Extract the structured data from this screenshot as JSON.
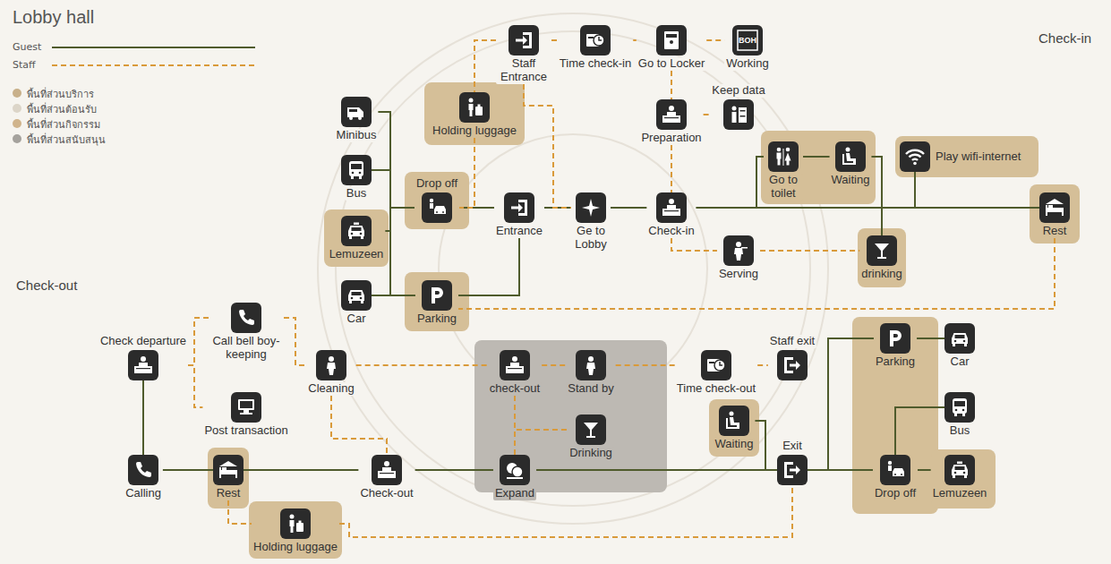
{
  "diagram": {
    "title": "Lobby hall",
    "nodes": [
      {
        "text": [
          "Minibus"
        ]
      },
      {
        "text": [
          "Bus"
        ]
      },
      {
        "text": [
          "Lemuzeen"
        ]
      },
      {
        "text": [
          "Car"
        ]
      },
      {
        "text": [
          "Drop off"
        ]
      },
      {
        "text": [
          "Parking"
        ]
      },
      {
        "text": [
          "Holding luggage"
        ]
      },
      {
        "text": [
          "Entrance"
        ]
      },
      {
        "text": [
          "Staff Entrance"
        ]
      },
      {
        "text": [
          "Time check-in"
        ]
      },
      {
        "text": [
          "Go to Locker"
        ]
      },
      {
        "text": [
          "BOH",
          "Working"
        ]
      },
      {
        "text": [
          "Keep data"
        ]
      },
      {
        "text": [
          "Preparation"
        ]
      },
      {
        "text": [
          "Ge to Lobby"
        ]
      },
      {
        "text": [
          "Check-in"
        ]
      },
      {
        "text": [
          "Serving"
        ]
      },
      {
        "text": [
          "Go to toilet"
        ]
      },
      {
        "text": [
          "Waiting"
        ]
      },
      {
        "text": [
          "Play wifi-internet"
        ]
      },
      {
        "text": [
          "drinking"
        ]
      },
      {
        "text": [
          "Rest"
        ]
      },
      {
        "text": [
          "Check departure"
        ]
      },
      {
        "text": [
          "Call bell boy-keeping"
        ]
      },
      {
        "text": [
          "Post transaction"
        ]
      },
      {
        "text": [
          "Cleaning"
        ]
      },
      {
        "text": [
          "Calling"
        ]
      },
      {
        "text": [
          "Rest"
        ]
      },
      {
        "text": [
          "Holding luggage"
        ]
      },
      {
        "text": [
          "check-out"
        ]
      },
      {
        "text": [
          "Stand by"
        ]
      },
      {
        "text": [
          "Drinking"
        ]
      },
      {
        "text": [
          "Time check-out"
        ]
      },
      {
        "text": [
          "Staff exit"
        ]
      },
      {
        "text": [
          "Check-out"
        ]
      },
      {
        "text": [
          "Expand"
        ]
      },
      {
        "text": [
          "Waiting"
        ]
      },
      {
        "text": [
          "Exit"
        ]
      },
      {
        "text": [
          "Parking"
        ]
      },
      {
        "text": [
          "Car"
        ]
      },
      {
        "text": [
          "Drop off"
        ]
      },
      {
        "text": [
          "Bus"
        ]
      },
      {
        "text": [
          "Lemuzeen"
        ]
      }
    ],
    "edges": [
      {
        "from": 0,
        "to": 4,
        "arrow": "none"
      },
      {
        "from": 1,
        "to": 4,
        "arrow": "none"
      },
      {
        "from": 2,
        "to": 4,
        "arrow": "none"
      },
      {
        "from": 3,
        "to": 4,
        "arrow": "none"
      },
      {
        "from": 3,
        "to": 5,
        "arrow": "none"
      },
      {
        "from": 4,
        "to": 7,
        "arrow": "none"
      },
      {
        "from": 5,
        "to": 7,
        "arrow": "none"
      },
      {
        "from": 7,
        "to": 14,
        "arrow": "none"
      },
      {
        "from": 14,
        "to": 15,
        "arrow": "none"
      },
      {
        "from": 15,
        "to": 21,
        "arrow": "none"
      },
      {
        "from": 15,
        "to": 17,
        "arrow": "none"
      },
      {
        "from": 17,
        "to": 18,
        "arrow": "none"
      },
      {
        "from": 18,
        "to": 20,
        "arrow": "none"
      },
      {
        "from": 19,
        "to": 21,
        "arrow": "none"
      },
      {
        "from": 15,
        "to": 16,
        "arrow": "none"
      },
      {
        "from": 16,
        "to": 20,
        "arrow": "none"
      },
      {
        "from": 21,
        "to": 5,
        "arrow": "none"
      },
      {
        "from": 8,
        "to": 9,
        "arrow": "none"
      },
      {
        "from": 9,
        "to": 10,
        "arrow": "none"
      },
      {
        "from": 10,
        "to": 11,
        "arrow": "none"
      },
      {
        "from": 10,
        "to": 13,
        "arrow": "none"
      },
      {
        "from": 13,
        "to": 12,
        "arrow": "none"
      },
      {
        "from": 13,
        "to": 15,
        "arrow": "none"
      },
      {
        "from": 8,
        "to": 6,
        "arrow": "none"
      },
      {
        "from": 8,
        "to": 14,
        "arrow": "none"
      },
      {
        "from": 6,
        "to": 4,
        "arrow": "none"
      },
      {
        "from": 26,
        "to": 22,
        "arrow": "none"
      },
      {
        "from": 26,
        "to": 27,
        "arrow": "none"
      },
      {
        "from": 27,
        "to": 34,
        "arrow": "none"
      },
      {
        "from": 34,
        "to": 35,
        "arrow": "none"
      },
      {
        "from": 35,
        "to": 37,
        "arrow": "none"
      },
      {
        "from": 36,
        "to": 37,
        "arrow": "none"
      },
      {
        "from": 37,
        "to": 38,
        "arrow": "none"
      },
      {
        "from": 37,
        "to": 40,
        "arrow": "none"
      },
      {
        "from": 38,
        "to": 39,
        "arrow": "none"
      },
      {
        "from": 40,
        "to": 41,
        "arrow": "none"
      },
      {
        "from": 40,
        "to": 42,
        "arrow": "none"
      },
      {
        "from": 22,
        "to": 23,
        "arrow": "none"
      },
      {
        "from": 22,
        "to": 24,
        "arrow": "none"
      },
      {
        "from": 23,
        "to": 25,
        "arrow": "none"
      },
      {
        "from": 25,
        "to": 29,
        "arrow": "none"
      },
      {
        "from": 29,
        "to": 30,
        "arrow": "none"
      },
      {
        "from": 30,
        "to": 32,
        "arrow": "none"
      },
      {
        "from": 32,
        "to": 33,
        "arrow": "none"
      },
      {
        "from": 29,
        "to": 31,
        "arrow": "none"
      },
      {
        "from": 29,
        "to": 35,
        "arrow": "none"
      },
      {
        "from": 25,
        "to": 34,
        "arrow": "none"
      },
      {
        "from": 27,
        "to": 28,
        "arrow": "none"
      },
      {
        "from": 28,
        "to": 37,
        "arrow": "none"
      }
    ],
    "labels": [
      "Check-in",
      "Check-out"
    ],
    "legend": [
      {
        "text": "Guest"
      },
      {
        "text": "Staff"
      },
      {
        "text": "พื้นที่ส่วนบริการ",
        "color": "#c8b08a"
      },
      {
        "text": "พื้นที่ส่วนต้อนรับ",
        "color": "#dcd5c8"
      },
      {
        "text": "พื้นที่ส่วนกิจกรรม",
        "color": "#d0b48c"
      },
      {
        "text": "พื้นที่ส่วนสนับสนุน",
        "color": "#a5a29d"
      }
    ]
  }
}
